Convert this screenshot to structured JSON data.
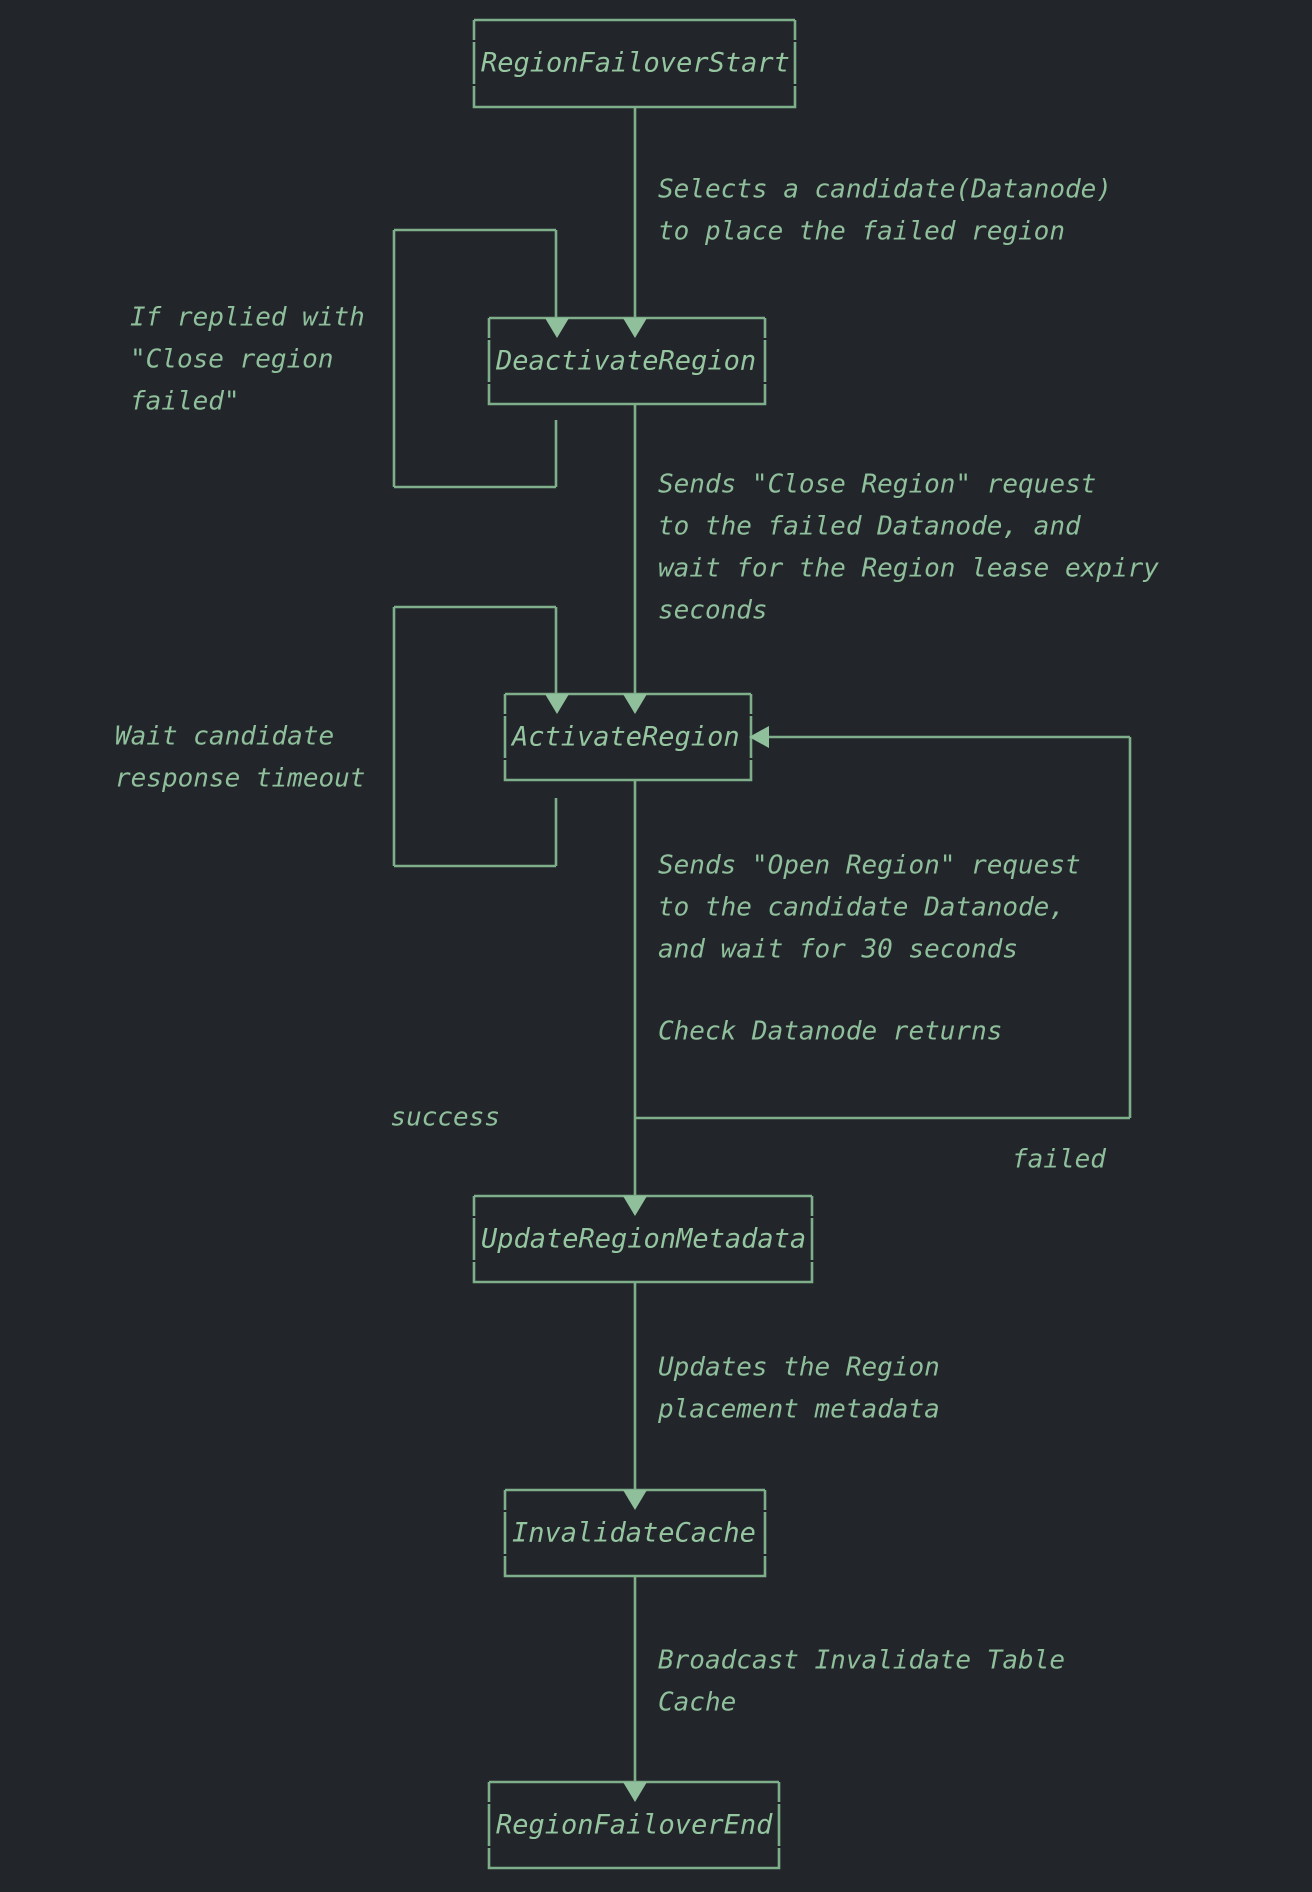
{
  "diagram": {
    "kind": "state-machine-flowchart",
    "style": "ascii-art",
    "background_color": "#22262b",
    "line_color": "#7fae8b",
    "text_color": "#95c6a0",
    "nodes": [
      {
        "id": "start",
        "label": "RegionFailoverStart"
      },
      {
        "id": "deact",
        "label": "DeactivateRegion"
      },
      {
        "id": "act",
        "label": "ActivateRegion"
      },
      {
        "id": "update",
        "label": "UpdateRegionMetadata"
      },
      {
        "id": "invalid",
        "label": "InvalidateCache"
      },
      {
        "id": "end",
        "label": "RegionFailoverEnd"
      }
    ],
    "edge_labels": {
      "start_to_deact": [
        "Selects a candidate(Datanode)",
        "to place the failed region"
      ],
      "deact_to_act": [
        "Sends \"Close Region\" request",
        "to the failed Datanode, and",
        "wait for the Region lease expiry",
        "seconds"
      ],
      "act_to_check": [
        "Sends \"Open Region\" request",
        "to the candidate Datanode,",
        "and wait for 30 seconds"
      ],
      "check_note": [
        "Check Datanode returns"
      ],
      "update_to_invalid": [
        "Updates the Region",
        "placement metadata"
      ],
      "invalid_to_end": [
        "Broadcast Invalidate Table",
        "Cache"
      ]
    },
    "self_loop_labels": {
      "deact_loop": [
        "If replied with",
        "\"Close region",
        "failed\""
      ],
      "act_loop": [
        "Wait candidate",
        "response timeout"
      ]
    },
    "branch_labels": {
      "success": "success",
      "failed": "failed"
    }
  }
}
